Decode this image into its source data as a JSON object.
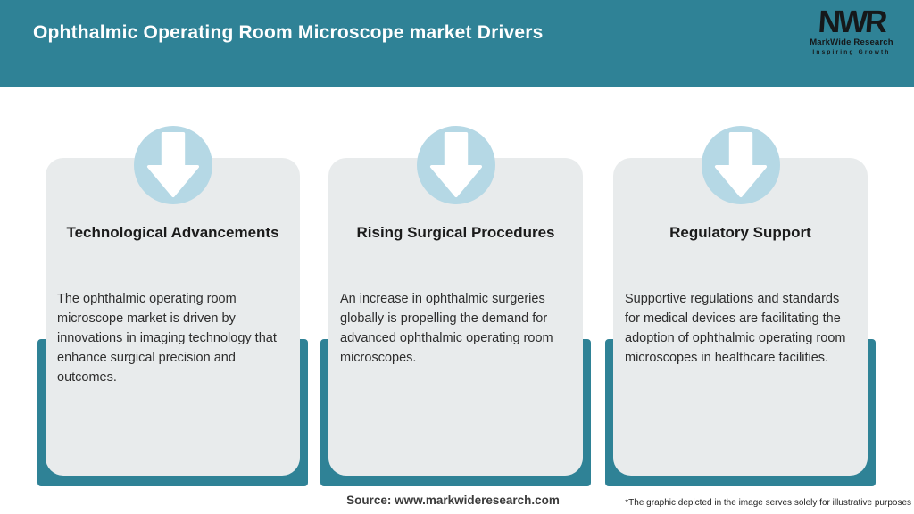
{
  "header": {
    "title": "Ophthalmic Operating Room Microscope market Drivers",
    "logo": {
      "monogram": "NWR",
      "name": "MarkWide Research",
      "tagline": "Inspiring Growth"
    }
  },
  "cards": [
    {
      "icon": "arrow-down-icon",
      "title": "Technological Advancements",
      "description": "The ophthalmic operating room microscope market is driven by innovations in imaging technology that enhance surgical precision and outcomes."
    },
    {
      "icon": "arrow-down-icon",
      "title": "Rising Surgical Procedures",
      "description": "An increase in ophthalmic surgeries globally is propelling the demand for advanced ophthalmic operating room microscopes."
    },
    {
      "icon": "arrow-down-icon",
      "title": "Regulatory Support",
      "description": "Supportive regulations and standards for medical devices are facilitating the adoption of ophthalmic operating room microscopes in healthcare facilities."
    }
  ],
  "footer": {
    "source": "Source: www.markwideresearch.com",
    "disclaimer": "*The graphic depicted in the image serves solely for illustrative purposes"
  },
  "colors": {
    "teal": "#2f8296",
    "card_bg": "#e8ebec",
    "circle": "#b5d8e5",
    "arrow": "#ffffff",
    "title_text": "#ffffff",
    "body_text": "#2d2d2d"
  }
}
